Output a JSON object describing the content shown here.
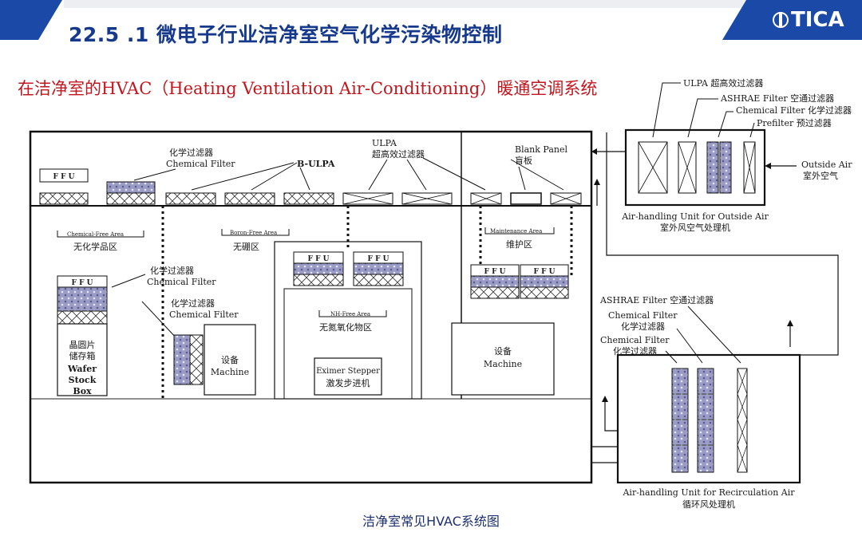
{
  "header": {
    "title": "22.5 .1 微电子行业洁净室空气化学污染物控制",
    "logo_text": "TICA",
    "accent_color": "#16398c",
    "bar_color": "#1a49a8"
  },
  "subtitle": "在洁净室的HVAC（Heating Ventilation Air-Conditioning）暖通空调系统",
  "caption": "洁净室常见HVAC系统图",
  "diagram": {
    "top_labels": {
      "chem_filter_cn": "化学过滤器",
      "chem_filter_en": "Chemical Filter",
      "b_ulpa": "B-ULPA",
      "ulpa_en": "ULPA",
      "ulpa_cn": "超高效过滤器",
      "blank_panel_en": "Blank Panel",
      "blank_panel_cn": "盲板",
      "ffu": "F F U"
    },
    "areas": {
      "chemical_free_en": "Chemical-Free Area",
      "chemical_free_cn": "无化学品区",
      "boron_free_en": "Boron-Free Area",
      "boron_free_cn": "无硼区",
      "maintenance_en": "Maintenance Area",
      "maintenance_cn": "维护区",
      "nh_free_en": "NH-Free Area",
      "nh_free_cn": "无氮氧化物区"
    },
    "inner_labels": {
      "chem_filter_cn_1": "化学过滤器",
      "chem_filter_en_1": "Chemical Filter",
      "chem_filter_cn_2": "化学过滤器",
      "chem_filter_en_2": "Chemical Filter",
      "wafer_cn_1": "晶圆片",
      "wafer_cn_2": "储存箱",
      "wafer_en_1": "Wafer",
      "wafer_en_2": "Stock",
      "wafer_en_3": "Box",
      "equipment_cn": "设备",
      "equipment_en": "Machine",
      "equipment2_cn": "设备",
      "equipment2_en": "Machine",
      "stepper_en": "Eximer Stepper",
      "stepper_cn": "激发步进机"
    },
    "outside_ahu": {
      "ulpa_label": "ULPA 超高效过滤器",
      "ashrae_label": "ASHRAE Filter 空通过滤器",
      "chemical_label": "Chemical Filter 化学过滤器",
      "prefilter_label": "Prefilter 预过滤器",
      "outside_air_en": "Outside Air",
      "outside_air_cn": "室外空气",
      "title_en": "Air-handling Unit for Outside Air",
      "title_cn": "室外风空气处理机"
    },
    "recirc_ahu": {
      "ashrae_label": "ASHRAE Filter 空通过滤器",
      "chemical_en_1": "Chemical Filter",
      "chemical_cn_1": "化学过滤器",
      "chemical_en_2": "Chemical Filter",
      "chemical_cn_2": "化学过滤器",
      "title_en": "Air-handling Unit for Recirculation Air",
      "title_cn": "循环风处理机"
    }
  }
}
